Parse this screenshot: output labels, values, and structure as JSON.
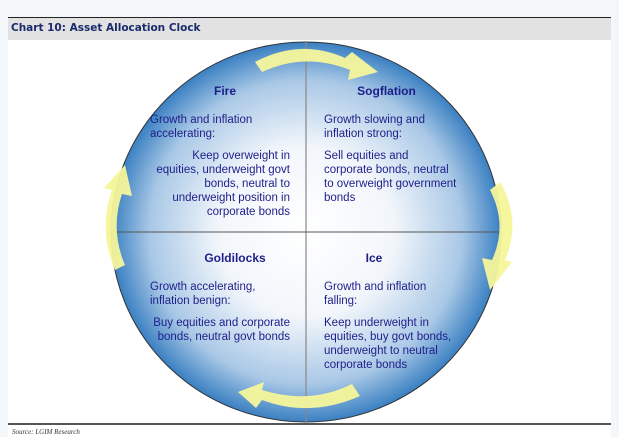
{
  "title": "Chart 10: Asset Allocation Clock",
  "source": "Source: LGIM Research",
  "quadrants": {
    "fire": {
      "name": "Fire",
      "condition": "Growth and inflation accelerating:",
      "action": "Keep overweight in equities, underweight govt bonds, neutral to underweight position in corporate bonds"
    },
    "sogflation": {
      "name": "Sogflation",
      "condition": "Growth slowing and inflation strong:",
      "action": "Sell equities and corporate bonds, neutral to overweight government bonds"
    },
    "goldilocks": {
      "name": "Goldilocks",
      "condition": "Growth accelerating, inflation benign:",
      "action": "Buy equities and corporate bonds, neutral govt bonds"
    },
    "ice": {
      "name": "Ice",
      "condition": "Growth and inflation falling:",
      "action": "Keep underweight in equities, buy govt bonds, underweight to neutral corporate bonds"
    }
  },
  "colors": {
    "circle_edge": "#3a80c2",
    "arrow": "#f6f59a",
    "text": "#1e1e8a"
  }
}
